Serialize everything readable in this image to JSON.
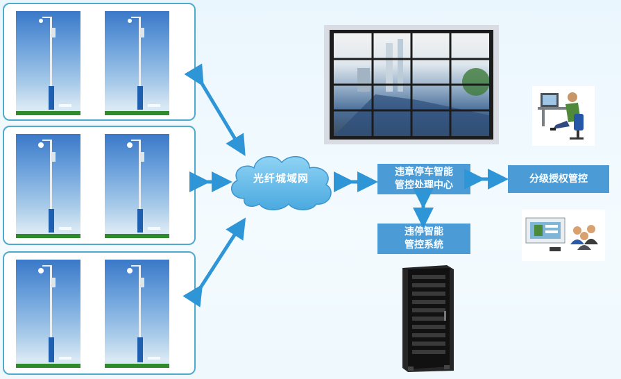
{
  "network": {
    "cloud_label": "光纤城域网"
  },
  "center": {
    "line1": "违章停车智能",
    "line2": "管控处理中心"
  },
  "system": {
    "line1": "违停智能",
    "line2": "管控系统"
  },
  "authorization": {
    "label": "分级授权管控"
  },
  "colors": {
    "box_fill": "#4a9bd6",
    "arrow": "#2e96d6",
    "panel_border": "#4fa9cf",
    "cloud": "#6cc0ec"
  }
}
